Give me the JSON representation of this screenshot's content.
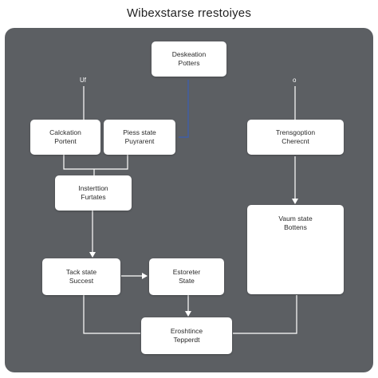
{
  "title": "Wibexstarse rrestoiyes",
  "markers": {
    "left": "Uf",
    "right": "o"
  },
  "nodes": {
    "deskeation": "Deskeation\nPotters",
    "calckation": "Calckation\nPortent",
    "piess": "Piess state\nPuyrarent",
    "transption": "Trensgoption\nCherecnt",
    "instertation": "Insterttion\nFurtates",
    "vaum": "Vaum state\nBottens",
    "tack": "Tack state\nSuccest",
    "estoreter": "Estoreter\nState",
    "eroshtince": "Eroshtince\nTepperdt"
  },
  "colors": {
    "panel": "#5c5f63",
    "node": "#ffffff",
    "connector": "#ffffff",
    "accent_connector": "#3f5ea8"
  }
}
